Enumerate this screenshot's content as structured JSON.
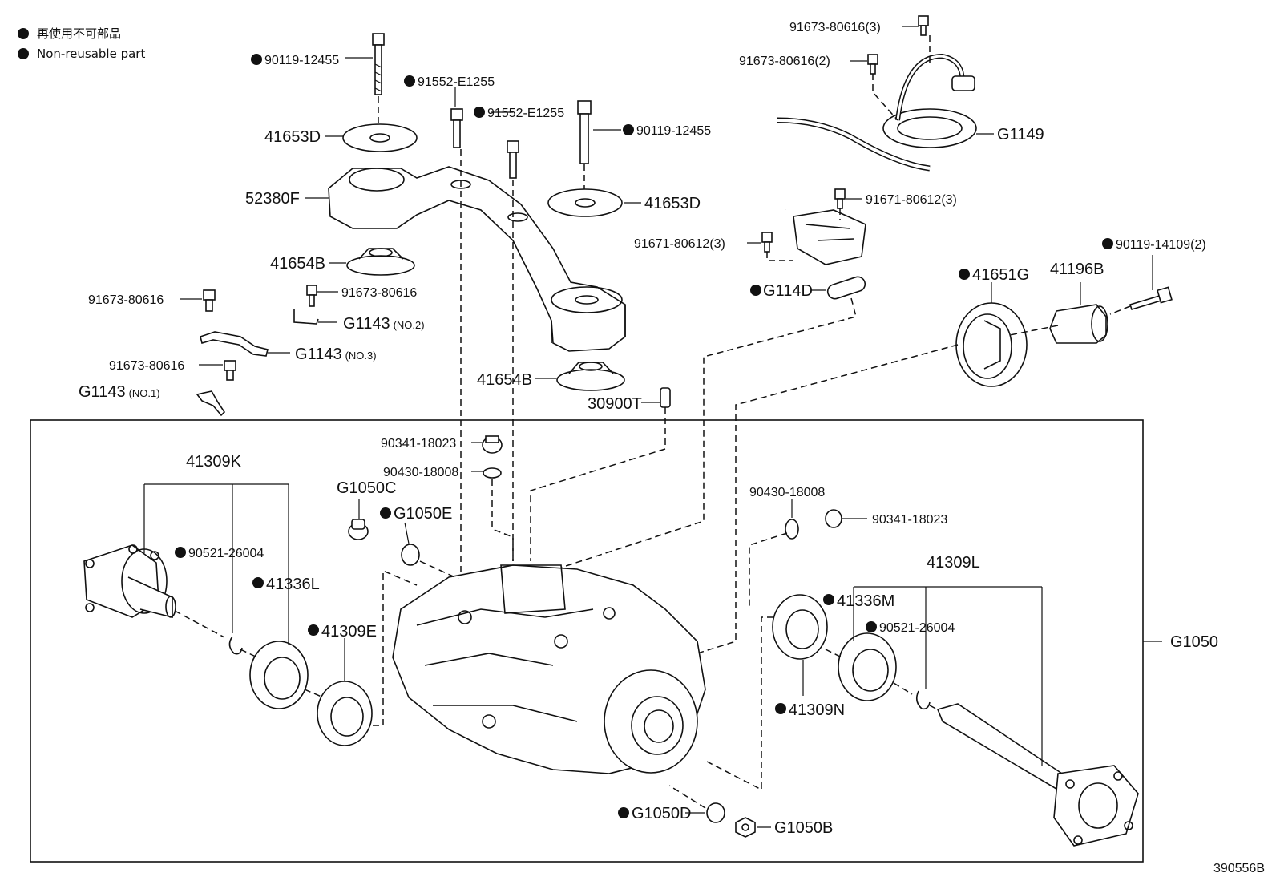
{
  "legend": {
    "line1": "再使用不可部品",
    "line2": "Non-reusable part"
  },
  "reference": "390556B",
  "labels": {
    "p90119_12455_top": "90119-12455",
    "p91552_a": "91552-E1255",
    "p91552_b": "91552-E1255",
    "p90119_12455_right": "90119-12455",
    "p41653D_left": "41653D",
    "p41653D_right": "41653D",
    "p52380F": "52380F",
    "p41654B_top": "41654B",
    "p41654B_bottom": "41654B",
    "p91673_80616_a": "91673-80616",
    "p91673_80616_b": "91673-80616",
    "p91673_80616_c": "91673-80616",
    "pG1143_no2": "G1143",
    "pG1143_no2_sub": "(NO.2)",
    "pG1143_no3": "G1143",
    "pG1143_no3_sub": "(NO.3)",
    "pG1143_no1": "G1143",
    "pG1143_no1_sub": "(NO.1)",
    "p30900T": "30900T",
    "p91673_80616_3": "91673-80616(3)",
    "p91673_80616_2": "91673-80616(2)",
    "pG1149": "G1149",
    "p91671_80612_3a": "91671-80612(3)",
    "p91671_80612_3b": "91671-80612(3)",
    "pG114D": "G114D",
    "p90119_14109_2": "90119-14109(2)",
    "p41651G": "41651G",
    "p41196B": "41196B",
    "p41309K": "41309K",
    "p90341_18023_a": "90341-18023",
    "p90430_18008_a": "90430-18008",
    "pG1050C": "G1050C",
    "pG1050E": "G1050E",
    "p90521_26004_a": "90521-26004",
    "p41336L": "41336L",
    "p41309E": "41309E",
    "p90430_18008_b": "90430-18008",
    "p90341_18023_b": "90341-18023",
    "p41309L": "41309L",
    "p41336M": "41336M",
    "p90521_26004_b": "90521-26004",
    "p41309N": "41309N",
    "pG1050": "G1050",
    "pG1050D": "G1050D",
    "pG1050B": "G1050B"
  }
}
